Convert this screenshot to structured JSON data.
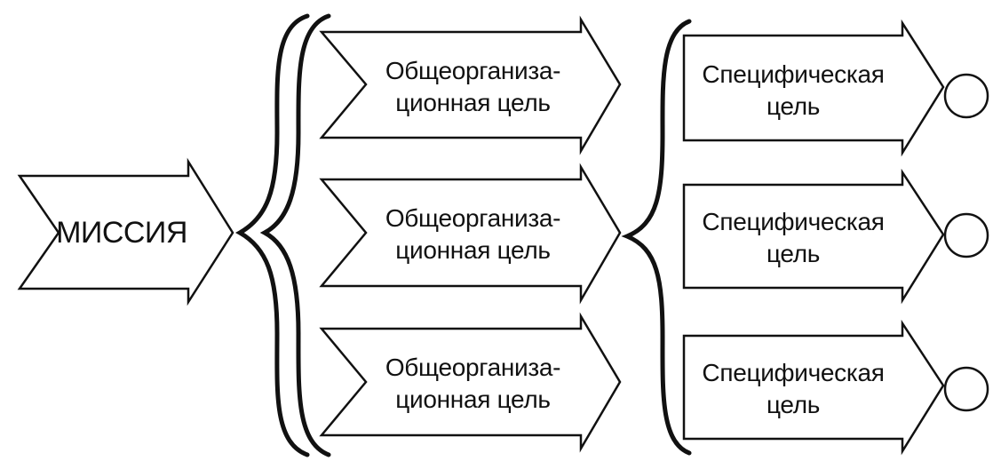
{
  "mission": {
    "label": "МИССИЯ"
  },
  "general_goals": [
    {
      "label": "Общеорганиза-\nционная цель"
    },
    {
      "label": "Общеорганиза-\nционная цель"
    },
    {
      "label": "Общеорганиза-\nционная цель"
    }
  ],
  "specific_goals": [
    {
      "label": "Специфическая\nцель"
    },
    {
      "label": "Специфическая\nцель"
    },
    {
      "label": "Специфическая\nцель"
    }
  ],
  "colors": {
    "stroke": "#111111",
    "background": "#ffffff"
  }
}
